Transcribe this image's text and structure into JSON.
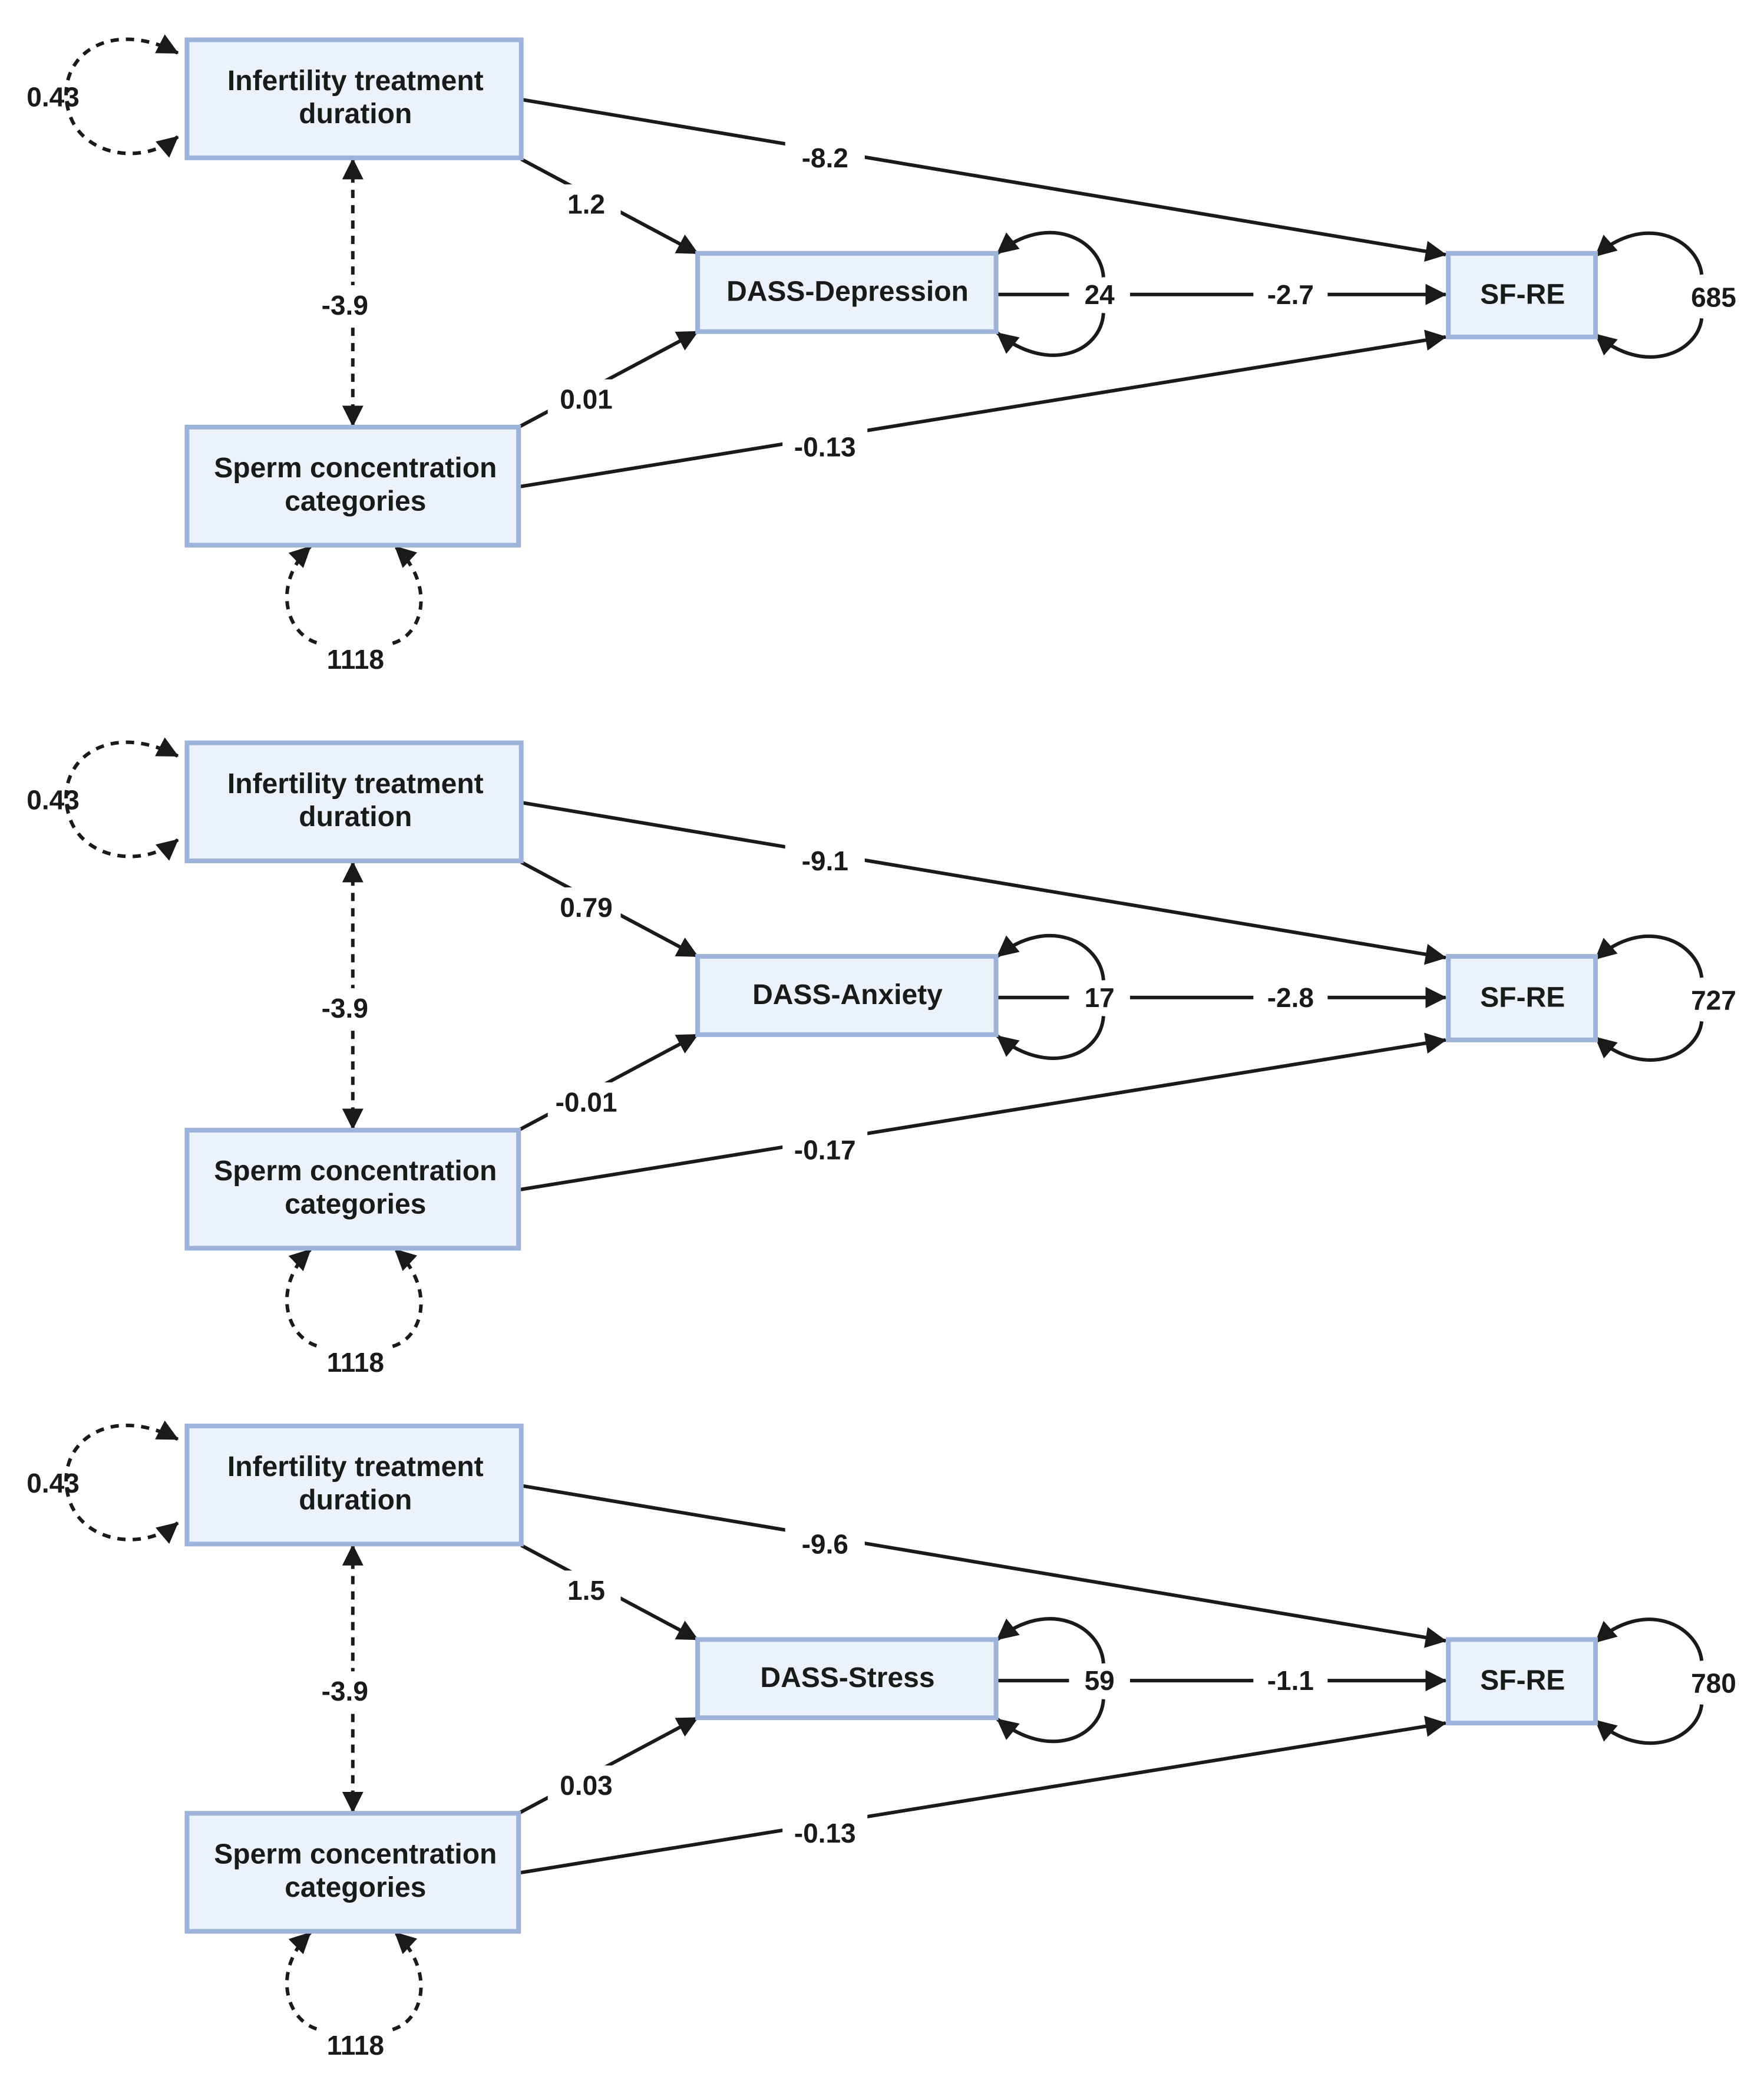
{
  "panels": [
    {
      "nodes": {
        "itd_line1": "Infertility treatment",
        "itd_line2": "duration",
        "scc_line1": "Sperm concentration",
        "scc_line2": "categories",
        "dass": "DASS-Depression",
        "sfre": "SF-RE"
      },
      "edges": {
        "itd_to_sfre": "-8.2",
        "itd_to_dass": "1.2",
        "covariance": "-3.9",
        "scc_to_dass": "0.01",
        "scc_to_sfre": "-0.13",
        "dass_to_sfre": "-2.7"
      },
      "variances": {
        "itd": "0.43",
        "scc": "1118",
        "dass": "24",
        "sfre": "685"
      }
    },
    {
      "nodes": {
        "itd_line1": "Infertility treatment",
        "itd_line2": "duration",
        "scc_line1": "Sperm concentration",
        "scc_line2": "categories",
        "dass": "DASS-Anxiety",
        "sfre": "SF-RE"
      },
      "edges": {
        "itd_to_sfre": "-9.1",
        "itd_to_dass": "0.79",
        "covariance": "-3.9",
        "scc_to_dass": "-0.01",
        "scc_to_sfre": "-0.17",
        "dass_to_sfre": "-2.8"
      },
      "variances": {
        "itd": "0.43",
        "scc": "1118",
        "dass": "17",
        "sfre": "727"
      }
    },
    {
      "nodes": {
        "itd_line1": "Infertility treatment",
        "itd_line2": "duration",
        "scc_line1": "Sperm concentration",
        "scc_line2": "categories",
        "dass": "DASS-Stress",
        "sfre": "SF-RE"
      },
      "edges": {
        "itd_to_sfre": "-9.6",
        "itd_to_dass": "1.5",
        "covariance": "-3.9",
        "scc_to_dass": "0.03",
        "scc_to_sfre": "-0.13",
        "dass_to_sfre": "-1.1"
      },
      "variances": {
        "itd": "0.43",
        "scc": "1118",
        "dass": "59",
        "sfre": "780"
      }
    }
  ],
  "colors": {
    "box_fill": "#ebf2fb",
    "box_border": "#9eb3da",
    "line": "#1a1a1a"
  }
}
